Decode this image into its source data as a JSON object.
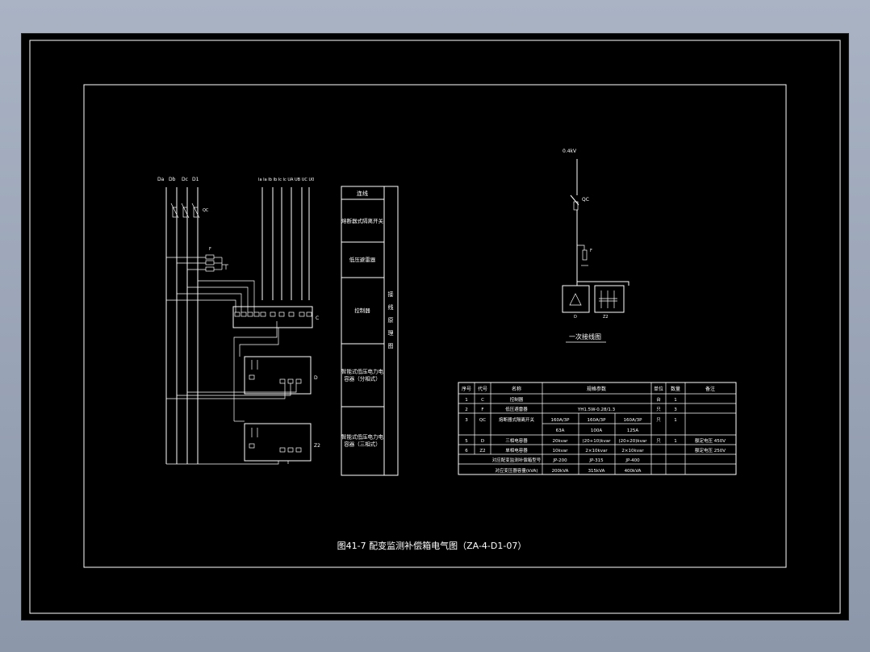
{
  "colors": {
    "background": "#000000",
    "line": "#ffffff",
    "window": "#8c97aa"
  },
  "caption": "图41-7  配变监测补偿箱电气图（ZA-4-D1-07）",
  "primary_wiring": {
    "title": "一次接线图",
    "voltage": "0.4kV",
    "breaker": "QC",
    "arrester": "F",
    "box_left": "D",
    "box_right": "Z2"
  },
  "secondary_wiring": {
    "bus_labels": [
      "Da",
      "Db",
      "Dc",
      "D1"
    ],
    "ct_labels": "Ia Ia Ib Ib Ic Ic UA UB UC U0",
    "qc_label": "QC",
    "f_label": "F",
    "device_labels": [
      "C",
      "D",
      "Z2"
    ]
  },
  "legend": {
    "header": "连线",
    "rows": [
      "熔断器式隔离开关",
      "低压避雷器",
      "控制器",
      "智能式低压电力电容器（分相式）",
      "智能式低压电力电容器（三相式）"
    ],
    "side_title": "接线原理图"
  },
  "table": {
    "headers": [
      "序号",
      "代号",
      "名称",
      "规格参数",
      "单位",
      "数量",
      "备注"
    ],
    "rows": [
      [
        "1",
        "C",
        "控制器",
        "",
        "台",
        "1",
        ""
      ],
      [
        "2",
        "F",
        "低压避雷器",
        "YH1.5W-0.28/1.3",
        "只",
        "3",
        ""
      ],
      [
        "3",
        "QC",
        "熔断器式隔离开关",
        "160A/3P | 160A/3P | 160A/3P",
        "只",
        "1",
        ""
      ],
      [
        "",
        "",
        "",
        "63A | 100A | 125A",
        "",
        "",
        ""
      ],
      [
        "5",
        "D",
        "三相电容器",
        "20kvar | (20+10)kvar | (20+20)kvar",
        "只",
        "1",
        "额定电压 450V"
      ],
      [
        "6",
        "Z2",
        "单相电容器",
        "10kvar | 2×10kvar | 2×10kvar",
        "",
        "",
        "额定电压 250V"
      ],
      [
        "",
        "",
        "对应配变监测补偿箱型号",
        "JP-200 | JP-315 | JP-400",
        "",
        "",
        ""
      ],
      [
        "",
        "",
        "对应变压器容量(kVA)",
        "200kVA | 315kVA | 400kVA",
        "",
        "",
        ""
      ]
    ]
  }
}
